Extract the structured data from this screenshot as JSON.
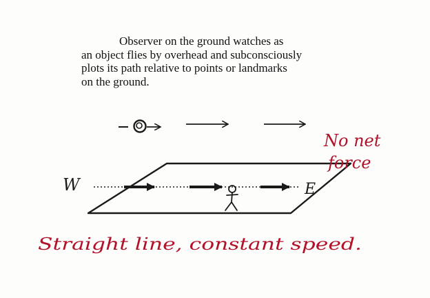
{
  "caption": {
    "line1": "Observer on the ground watches as",
    "line2": "an object flies by overhead and subconsciously",
    "line3": "plots its path relative to points or landmarks",
    "line4": "on the ground."
  },
  "force_note": {
    "line1": "No net",
    "line2": "force"
  },
  "directions": {
    "west": "W",
    "east": "E"
  },
  "conclusion": "Straight line, constant speed.",
  "colors": {
    "ink": "#1a1a1a",
    "red_ink": "#b0122a",
    "paper": "#fdfdfb"
  }
}
